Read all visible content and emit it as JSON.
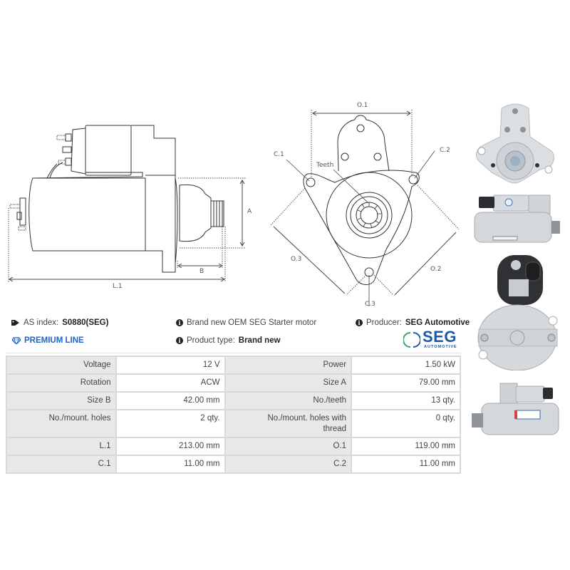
{
  "diagram_side": {
    "labels": {
      "A": "A",
      "B": "B",
      "L1": "L.1"
    }
  },
  "diagram_front": {
    "labels": {
      "O1": "O.1",
      "O2": "O.2",
      "O3": "O.3",
      "C1": "C.1",
      "C2": "C.2",
      "C3": "C.3",
      "teeth": "Teeth"
    }
  },
  "info": {
    "as_index_label": "AS index:",
    "as_index_value": "S0880(SEG)",
    "premium_line": "PREMIUM LINE",
    "description": "Brand new OEM SEG Starter motor",
    "product_type_label": "Product type:",
    "product_type_value": "Brand new",
    "producer_label": "Producer:",
    "producer_value": "SEG Automotive",
    "icons": {
      "tag": "tag-icon",
      "diamond": "diamond-icon",
      "info": "info-icon"
    },
    "accent_color": "#1e64c8"
  },
  "brand_logo": {
    "name": "SEG",
    "sub": "AUTOMOTIVE",
    "arc_color": "#3aa36a",
    "text_color": "#1c5aa8"
  },
  "specs": {
    "rows": [
      {
        "l1": "Voltage",
        "v1": "12 V",
        "l2": "Power",
        "v2": "1.50 kW"
      },
      {
        "l1": "Rotation",
        "v1": "ACW",
        "l2": "Size A",
        "v2": "79.00 mm"
      },
      {
        "l1": "Size B",
        "v1": "42.00 mm",
        "l2": "No./teeth",
        "v2": "13 qty."
      },
      {
        "l1": "No./mount. holes",
        "v1": "2 qty.",
        "l2": "No./mount. holes with thread",
        "v2": "0 qty."
      },
      {
        "l1": "L.1",
        "v1": "213.00 mm",
        "l2": "O.1",
        "v2": "119.00 mm"
      },
      {
        "l1": "C.1",
        "v1": "11.00 mm",
        "l2": "C.2",
        "v2": "11.00 mm"
      }
    ]
  },
  "photos": [
    {
      "name": "front-view-photo"
    },
    {
      "name": "side-view-photo-right"
    },
    {
      "name": "rear-view-photo"
    },
    {
      "name": "side-view-photo-left"
    }
  ]
}
